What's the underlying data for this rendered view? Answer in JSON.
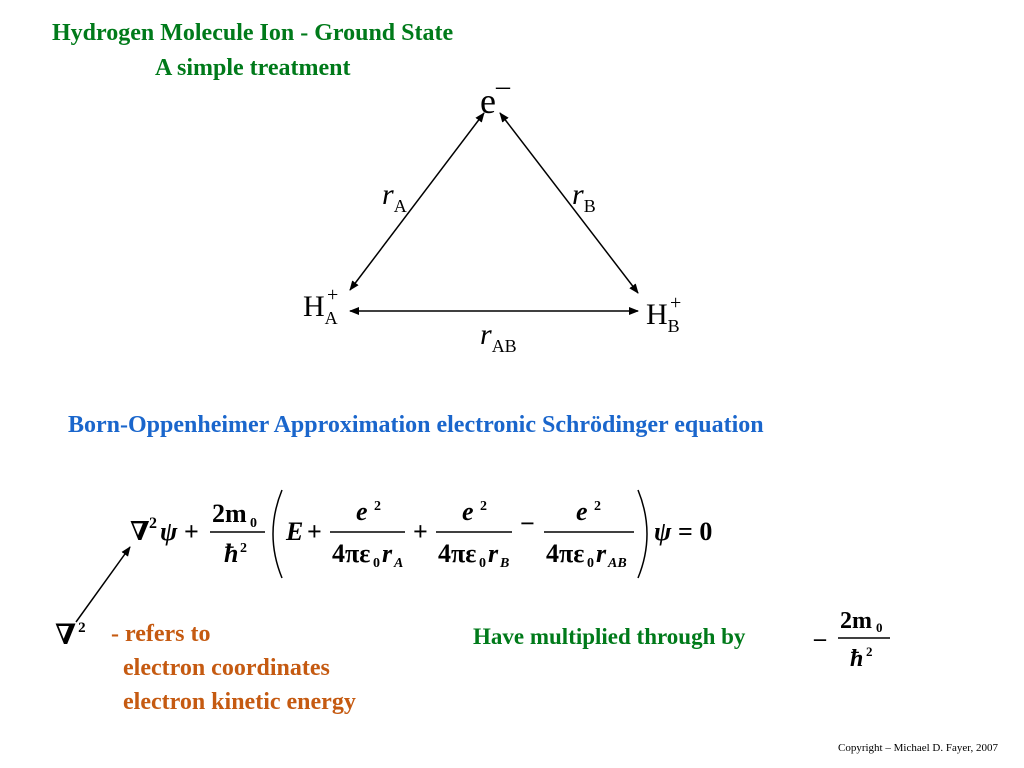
{
  "title": {
    "line1": "Hydrogen Molecule Ion  -  Ground State",
    "line2": "A simple treatment"
  },
  "diagram": {
    "electron": "e",
    "electron_sup": "–",
    "rA": "r",
    "rA_sub": "A",
    "rB": "r",
    "rB_sub": "B",
    "HA": "H",
    "HA_sub": "A",
    "HA_sup": "+",
    "HB": "H",
    "HB_sub": "B",
    "HB_sup": "+",
    "rAB": "r",
    "rAB_sub": "AB"
  },
  "subtitle": "Born-Oppenheimer Approximation electronic Schrödinger equation",
  "equation": {
    "nabla": "∇",
    "two": "2",
    "psi": "ψ",
    "plus": "+",
    "minus": "−",
    "two_m0": "2m",
    "zero_sub": "0",
    "hbar": "ħ",
    "E": "E",
    "e": "e",
    "four_pi_eps": "4πε",
    "r": "r",
    "A": "A",
    "B": "B",
    "AB": "AB",
    "equals_zero": "= 0"
  },
  "note": {
    "symbol": "∇",
    "symbol_sup": "2",
    "line1": "- refers to",
    "line2": "electron coordinates",
    "line3": "electron kinetic energy"
  },
  "multiplied": {
    "text": "Have multiplied through by",
    "minus": "–",
    "num": "2m",
    "num_sub": "0",
    "den": "ħ",
    "den_sup": "2"
  },
  "copyright": "Copyright – Michael D. Fayer, 2007"
}
